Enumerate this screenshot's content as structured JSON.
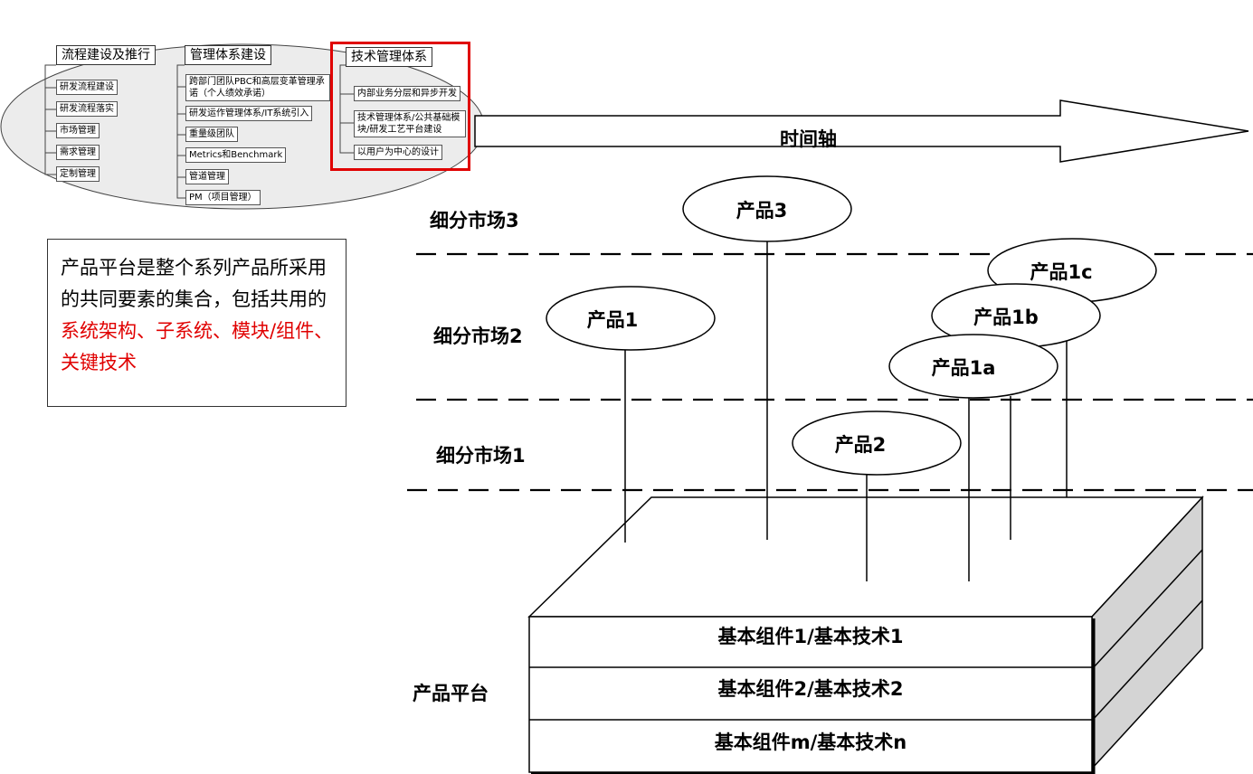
{
  "overview": {
    "col1": {
      "header": "流程建设及推行",
      "items": [
        "研发流程建设",
        "研发流程落实",
        "市场管理",
        "需求管理",
        "定制管理"
      ]
    },
    "col2": {
      "header": "管理体系建设",
      "items": [
        "跨部门团队PBC和高层变革管理承诺（个人绩效承诺）",
        "研发运作管理体系/IT系统引入",
        "重量级团队",
        "Metrics和Benchmark",
        "管道管理",
        "PM（项目管理）"
      ]
    },
    "col3": {
      "header": "技术管理体系",
      "items": [
        "内部业务分层和异步开发",
        "技术管理体系/公共基础模块/研发工艺平台建设",
        "以用户为中心的设计"
      ],
      "highlight_color": "#e00000"
    }
  },
  "description": {
    "text_before": "产品平台是整个系列产品所采用的共同要素的集合，包括共用的",
    "text_highlight": "系统架构、子系统、模块/组件、关键技术",
    "highlight_color": "#e00000"
  },
  "timeline": {
    "label": "时间轴"
  },
  "markets": [
    "细分市场3",
    "细分市场2",
    "细分市场1"
  ],
  "products": [
    "产品3",
    "产品1",
    "产品1c",
    "产品1b",
    "产品1a",
    "产品2"
  ],
  "platform": {
    "label": "产品平台",
    "layers": [
      "基本组件1/基本技术1",
      "基本组件2/基本技术2",
      "基本组件m/基本技术n"
    ]
  }
}
